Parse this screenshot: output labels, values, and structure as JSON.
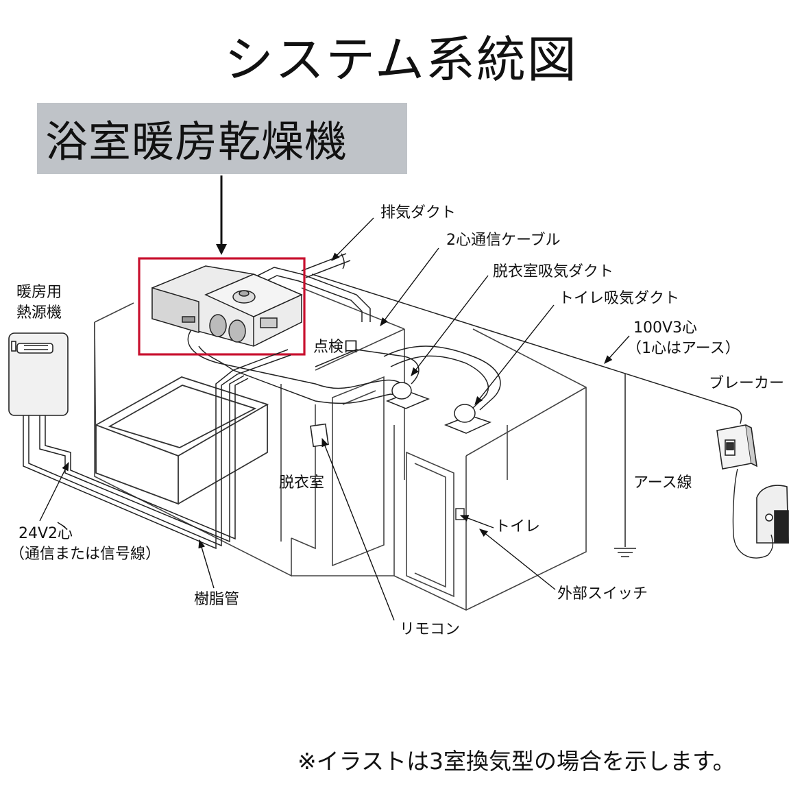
{
  "title": "システム系統図",
  "product": {
    "label": "浴室暖房乾燥機",
    "box_color": "#bfc3c8",
    "highlight_color": "#c8102e"
  },
  "labels": {
    "exhaust_duct": "排気ダクト",
    "comm_cable": "2心通信ケーブル",
    "dressing_intake": "脱衣室吸気ダクト",
    "toilet_intake": "トイレ吸気ダクト",
    "power_line_1": "100V3心",
    "power_line_2": "（1心はアース）",
    "breaker": "ブレーカー",
    "heat_source_1": "暖房用",
    "heat_source_2": "熱源機",
    "inspection_port": "点検口",
    "dressing_room": "脱衣室",
    "earth_wire": "アース線",
    "toilet": "トイレ",
    "signal_1": "24V2心",
    "signal_2": "（通信または信号線）",
    "resin_pipe": "樹脂管",
    "external_switch": "外部スイッチ",
    "remote": "リモコン"
  },
  "note": "※イラストは3室換気型の場合を示します。"
}
